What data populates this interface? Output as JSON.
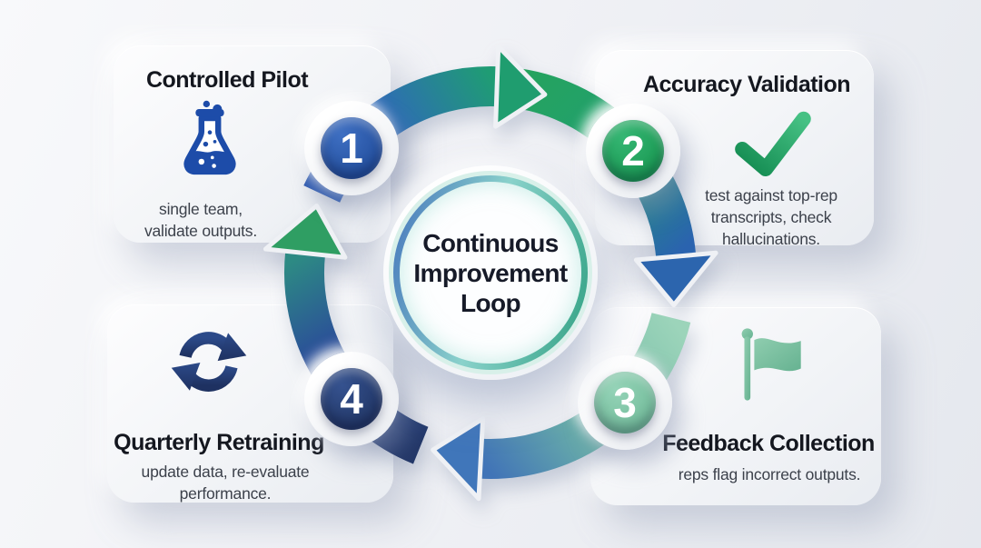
{
  "center": {
    "label": "Continuous\nImprovement\nLoop"
  },
  "steps": [
    {
      "number": "1",
      "title": "Controlled Pilot",
      "description": "single team,\nvalidate outputs.",
      "icon": "flask-icon",
      "accent": "#2a55a6"
    },
    {
      "number": "2",
      "title": "Accuracy Validation",
      "description": "test against top-rep\ntranscripts, check\nhallucinations.",
      "icon": "checkmark-icon",
      "accent": "#1f9e58"
    },
    {
      "number": "3",
      "title": "Feedback Collection",
      "description": "reps flag incorrect outputs.",
      "icon": "flag-icon",
      "accent": "#7cc2a2"
    },
    {
      "number": "4",
      "title": "Quarterly Retraining",
      "description": "update data, re-evaluate\nperformance.",
      "icon": "refresh-icon",
      "accent": "#27396f"
    }
  ],
  "colors": {
    "blue": "#2b5cb0",
    "green": "#21a05e",
    "teal": "#1f9c74",
    "sage": "#7cc2a2",
    "navy": "#253a72",
    "background": "#eef0f4",
    "card": "#f7f8fb",
    "title_text": "#14171f",
    "body_text": "#3c414b"
  }
}
